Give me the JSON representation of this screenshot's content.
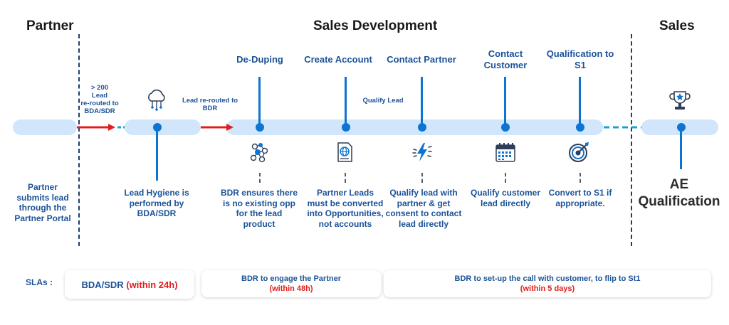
{
  "headers": {
    "partner": "Partner",
    "sales_development": "Sales Development",
    "sales": "Sales"
  },
  "steps": {
    "de_duping": "De-Duping",
    "create_account": "Create Account",
    "contact_partner": "Contact Partner",
    "contact_customer_1": "Contact",
    "contact_customer_2": "Customer",
    "qualification_1": "Qualification to",
    "qualification_2": "S1"
  },
  "annotations": {
    "lead_200": "> 200",
    "lead_word": "Lead",
    "rerouted_to": "re-routed to",
    "bda_sdr": "BDA/SDR",
    "rerouted_bdr_1": "Lead re-routed to",
    "rerouted_bdr_2": "BDR",
    "qualify_lead": "Qualify Lead"
  },
  "descriptions": {
    "partner_portal": [
      "Partner",
      "submits lead",
      "through the",
      "Partner Portal"
    ],
    "lead_hygiene": [
      "Lead Hygiene is",
      "performed by",
      "BDA/SDR"
    ],
    "bdr_ensures": [
      "BDR ensures there",
      "is no existing opp",
      "for the lead",
      "product"
    ],
    "partner_leads": [
      "Partner Leads",
      "must be converted",
      "into Opportunities,",
      "not accounts"
    ],
    "qualify_partner": [
      "Qualify lead with",
      "partner & get",
      "consent to contact",
      "lead directly"
    ],
    "qualify_customer": [
      "Qualify customer",
      "lead directly"
    ],
    "convert_s1": [
      "Convert to S1 if",
      "appropriate."
    ],
    "ae_qualification": [
      "AE",
      "Qualification"
    ]
  },
  "slas": {
    "label": "SLAs :",
    "box1_text": "BDA/SDR",
    "box1_time": "(within 24h)",
    "box2_text": "BDR to engage the Partner",
    "box2_time": "(within 48h)",
    "box3_text": "BDR to set-up the call with customer, to flip to St1",
    "box3_time": "(within 5 days)"
  },
  "colors": {
    "primary_blue": "#0d74d1",
    "text_blue": "#1b5297",
    "track": "#d1e6fb",
    "arrow_red": "#e21d1d"
  },
  "icons": [
    "cloud-network-icon",
    "network-nodes-icon",
    "document-globe-icon",
    "lightning-icon",
    "calendar-icon",
    "target-icon",
    "trophy-icon"
  ]
}
